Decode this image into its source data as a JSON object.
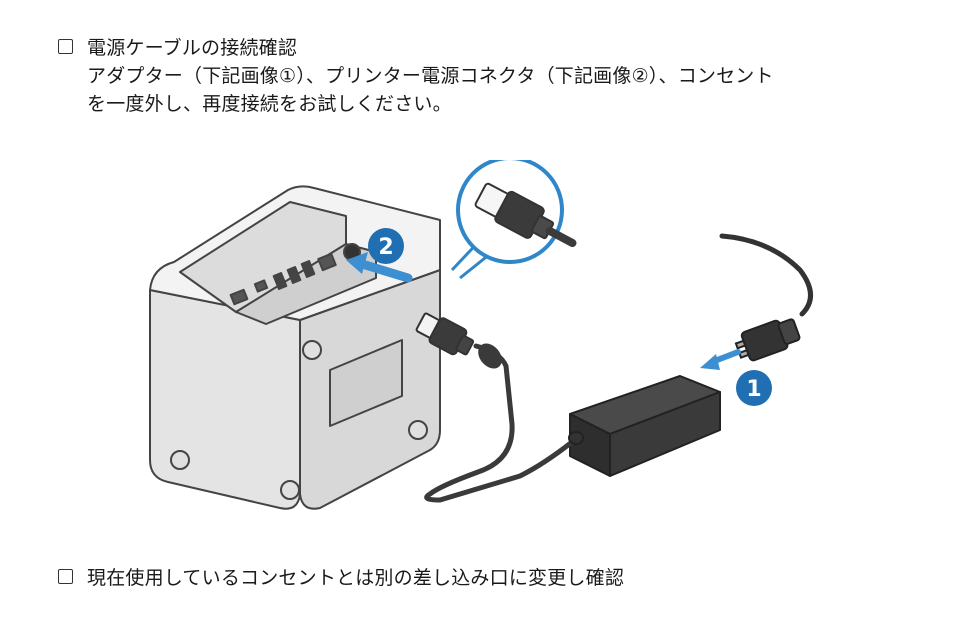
{
  "checklist": {
    "items": [
      {
        "title": "電源ケーブルの接続確認",
        "detail": "アダプター（下記画像①）、プリンター電源コネクタ（下記画像②）、コンセント\nを一度外し、再度接続をお試しください。"
      },
      {
        "title": "現在使用しているコンセントとは別の差し込み口に変更し確認",
        "detail": ""
      }
    ]
  },
  "illustration": {
    "badges": [
      {
        "label": "1"
      },
      {
        "label": "2"
      }
    ],
    "icons": [
      "printer-icon",
      "power-adapter-icon",
      "plug-icon",
      "connector-zoom-icon"
    ],
    "colors": {
      "badge": "#1f6fb2",
      "arrow": "#3d8fd1",
      "adapter": "#2f2f2f",
      "printer": "#eeeeee",
      "outline": "#444444"
    }
  }
}
